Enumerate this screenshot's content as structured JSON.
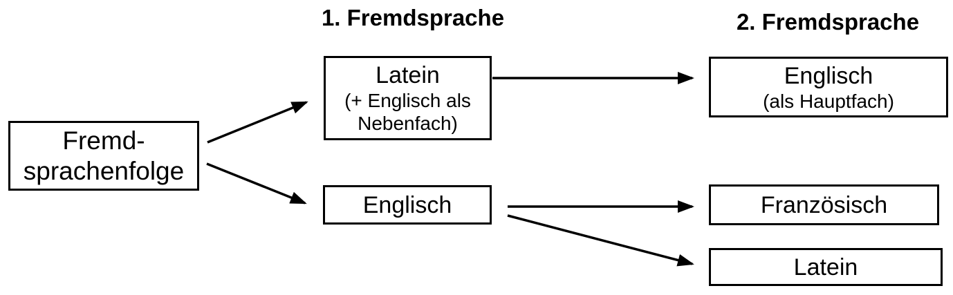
{
  "headers": {
    "first": "1. Fremdsprache",
    "second": "2. Fremdsprache"
  },
  "nodes": {
    "root": {
      "line1": "Fremd-",
      "line2": "sprachenfolge"
    },
    "first_latein": {
      "title": "Latein",
      "subtitle_line1": "(+ Englisch als",
      "subtitle_line2": "Nebenfach)"
    },
    "first_englisch": {
      "title": "Englisch"
    },
    "second_englisch": {
      "title": "Englisch",
      "subtitle": "(als Hauptfach)"
    },
    "second_franzoesisch": {
      "title": "Französisch"
    },
    "second_latein": {
      "title": "Latein"
    }
  },
  "edges": [
    {
      "from": "Fremdsprachenfolge",
      "to": "Latein (1. Fremdsprache)"
    },
    {
      "from": "Fremdsprachenfolge",
      "to": "Englisch (1. Fremdsprache)"
    },
    {
      "from": "Latein (1. Fremdsprache)",
      "to": "Englisch (2. Fremdsprache)"
    },
    {
      "from": "Englisch (1. Fremdsprache)",
      "to": "Französisch (2. Fremdsprache)"
    },
    {
      "from": "Englisch (1. Fremdsprache)",
      "to": "Latein (2. Fremdsprache)"
    }
  ],
  "colors": {
    "ink": "#000000",
    "background": "#ffffff"
  }
}
